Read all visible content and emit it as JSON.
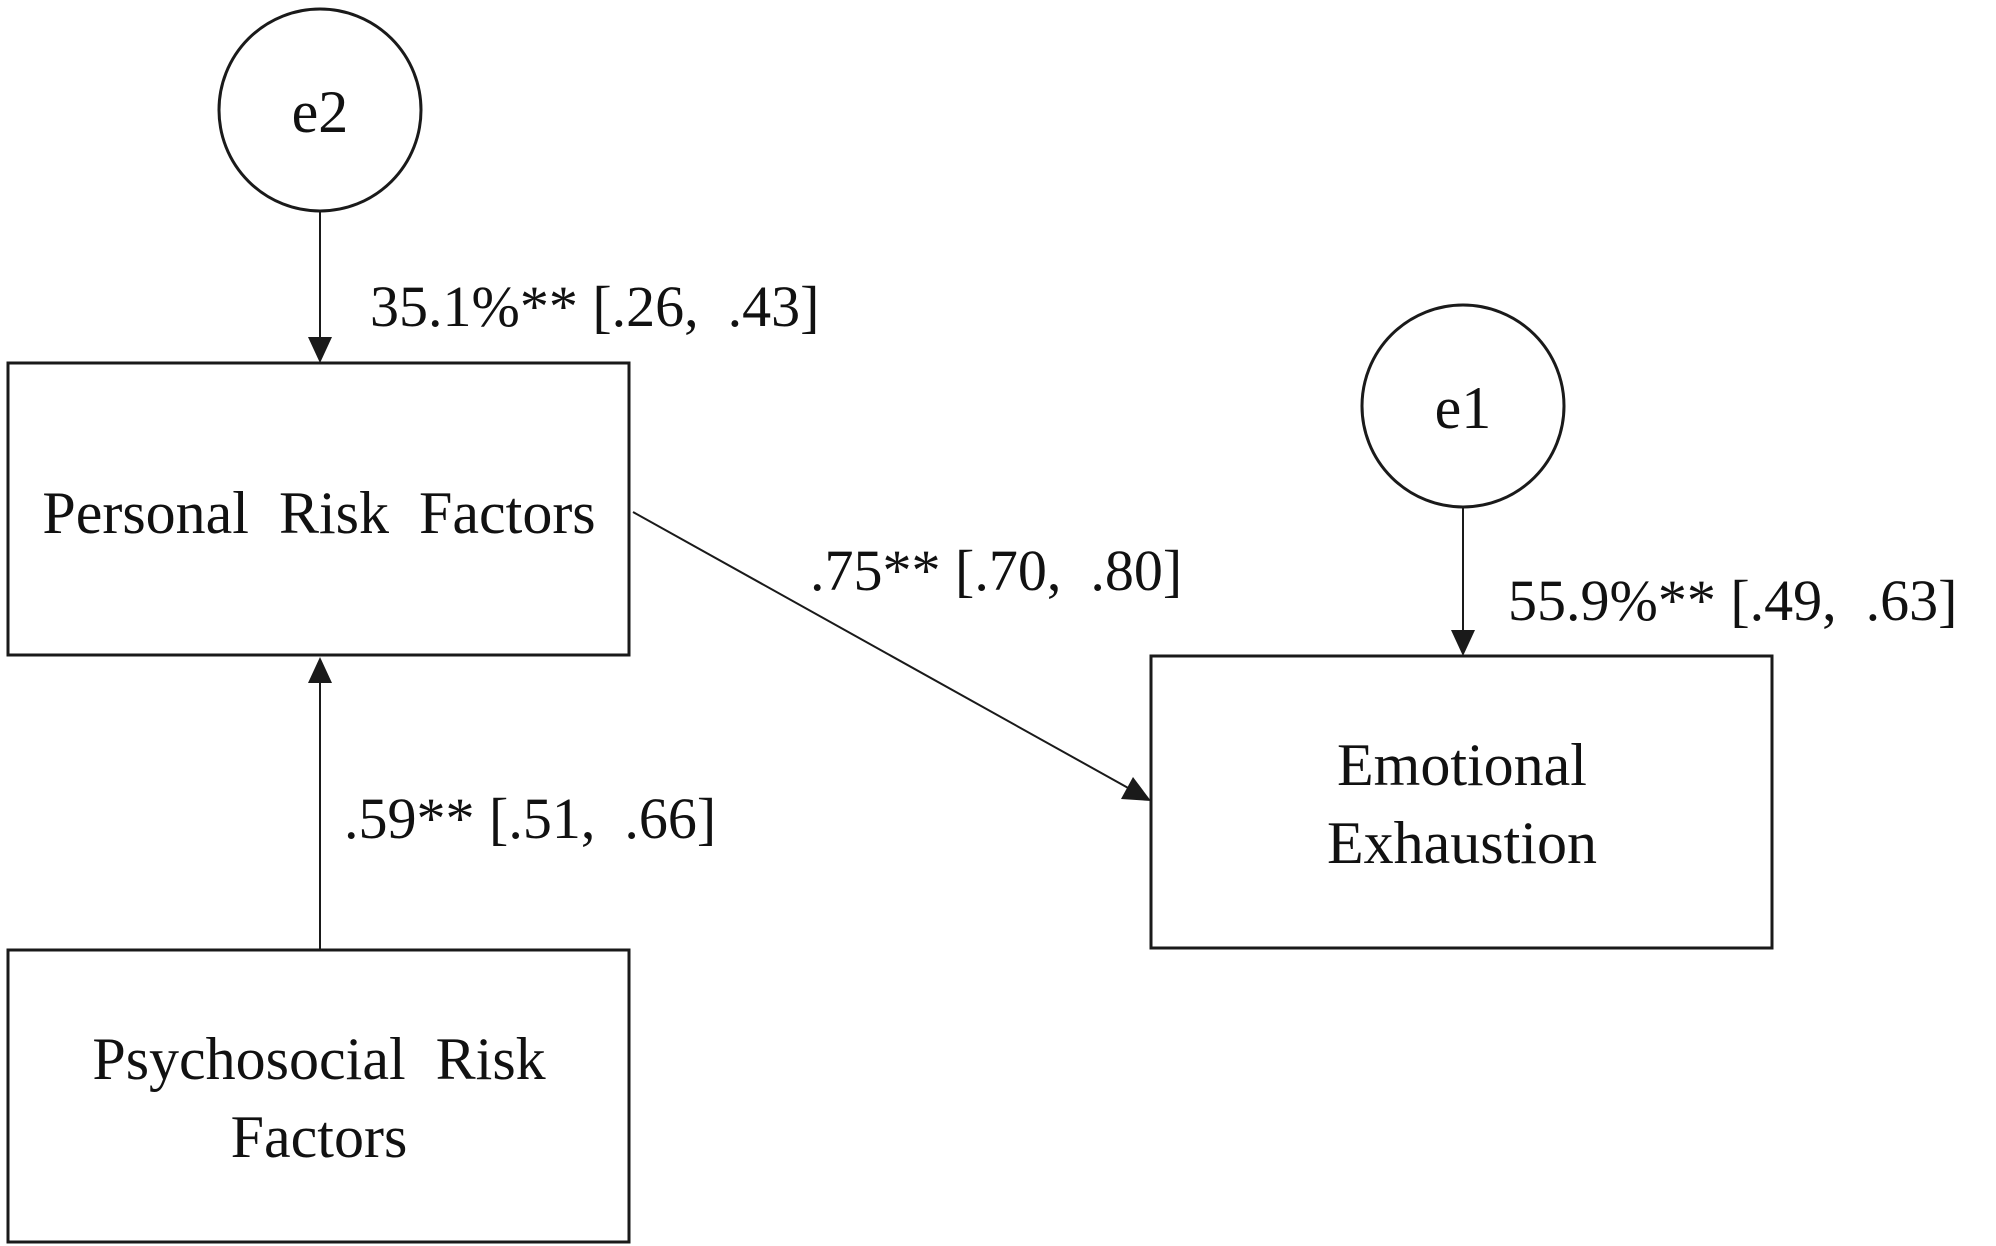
{
  "nodes": {
    "personal": {
      "line1": "Personal  Risk  Factors"
    },
    "psychosocial": {
      "line1": "Psychosocial  Risk",
      "line2": "Factors"
    },
    "emotional": {
      "line1": "Emotional",
      "line2": "Exhaustion"
    }
  },
  "errors": {
    "e2": "e2",
    "e1": "e1"
  },
  "coefficients": {
    "e2_to_personal": "35.1%** [.26,  .43]",
    "personal_to_emotional": ".75** [.70,  .80]",
    "e1_to_emotional": "55.9%** [.49,  .63]",
    "psychosocial_to_personal": ".59** [.51,  .66]"
  },
  "colors": {
    "line": "#1a1a1a",
    "background": "#ffffff"
  }
}
